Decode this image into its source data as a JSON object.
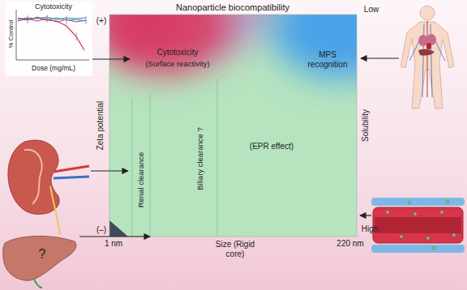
{
  "diagram": {
    "title": "Nanoparticle biocompatibility",
    "nodes": [
      {
        "text": [
          "Cytotoxicity",
          "% Control",
          "Dose (mg/mL)"
        ]
      },
      {
        "text": [
          "Cytotoxicity",
          "(Surface reactivity)"
        ]
      },
      {
        "text": [
          "MPS recognition"
        ]
      },
      {
        "text": [
          "Renal clearance"
        ]
      },
      {
        "text": [
          "Biliary clearance ?"
        ]
      },
      {
        "text": [
          "(EPR effect)"
        ]
      },
      {
        "text": [
          "?"
        ]
      }
    ],
    "edges": [
      {
        "from": 0,
        "to": 1,
        "arrow": "to"
      },
      {
        "from": 6,
        "to": 4,
        "arrow": "to"
      }
    ],
    "labels": [
      "(+)",
      "(–)",
      "Zeta potential",
      "Low",
      "High",
      "Solubility",
      "1 nm",
      "Size (Rigid core)",
      "220 nm"
    ]
  }
}
